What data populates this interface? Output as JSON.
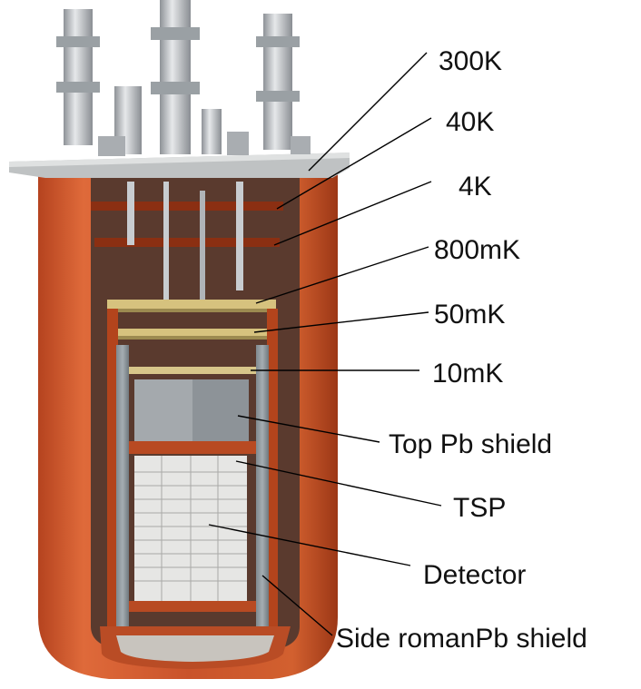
{
  "labels": [
    {
      "id": "300k",
      "text": "300K"
    },
    {
      "id": "40k",
      "text": "40K"
    },
    {
      "id": "4k",
      "text": "4K"
    },
    {
      "id": "800mk",
      "text": "800mK"
    },
    {
      "id": "50mk",
      "text": "50mK"
    },
    {
      "id": "10mk",
      "text": "10mK"
    },
    {
      "id": "top-pb",
      "text": "Top Pb shield"
    },
    {
      "id": "tsp",
      "text": "TSP"
    },
    {
      "id": "detector",
      "text": "Detector"
    },
    {
      "id": "side-pb",
      "text": "Side romanPb shield"
    }
  ],
  "colors": {
    "copper": "#c8502a",
    "copper_dark": "#8f3014",
    "copper_light": "#e07a4c",
    "steel": "#b8bcc0",
    "steel_dark": "#7c8085",
    "plate_gold": "#d8c68a",
    "lead": "#8a9399",
    "detector": "#ececec",
    "leader": "#000000"
  }
}
